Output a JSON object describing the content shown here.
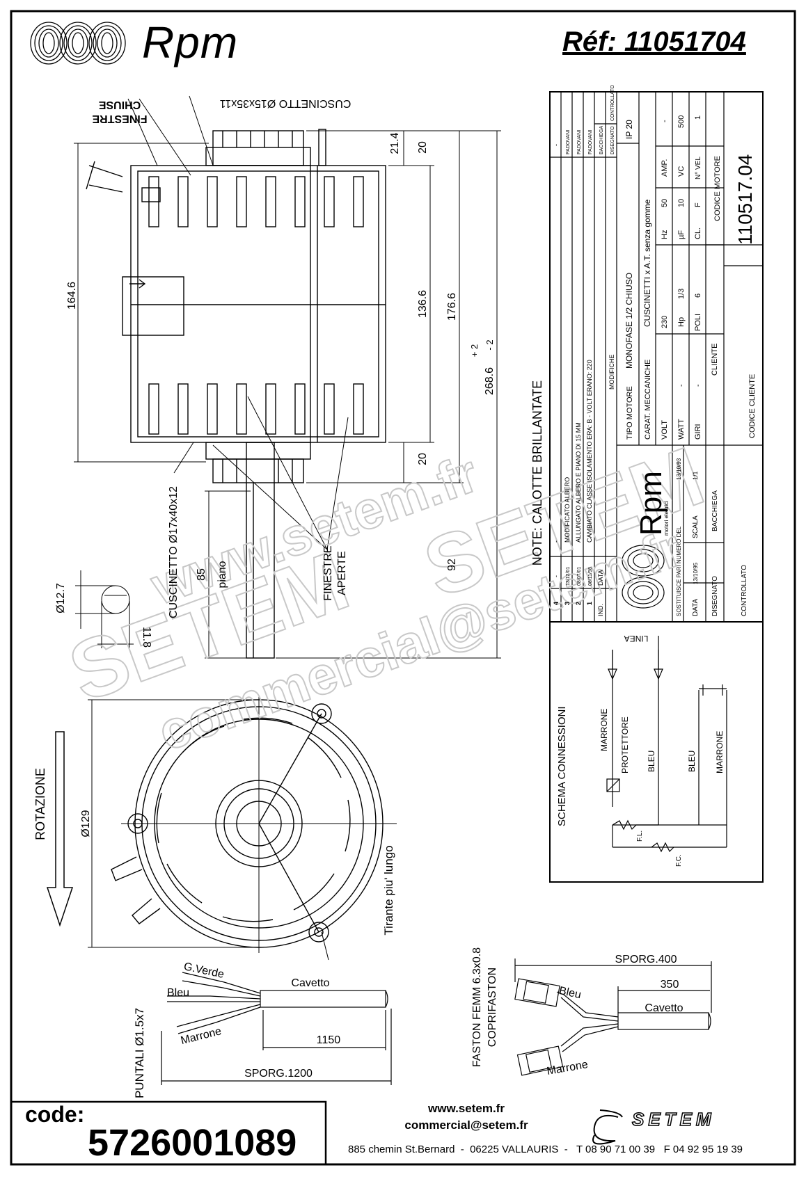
{
  "header": {
    "brand": "Rpm",
    "reference": "Réf:  11051704"
  },
  "dimensions": {
    "d164_6": "164.6",
    "d136_6": "136.6",
    "d176_6": "176.6",
    "d268_6": "268.6",
    "tol_plus": "+ 2",
    "tol_minus": "- 2",
    "d21_4": "21.4",
    "d20_top": "20",
    "d20_bottom": "20",
    "d92": "92",
    "d85": "85",
    "d12_7": "Ø12.7",
    "d11_8": "11.8",
    "d129": "Ø129",
    "sporg1200": "SPORG.1200",
    "d1150": "1150",
    "sporg400": "SPORG.400",
    "d350": "350"
  },
  "labels": {
    "finestre_chiuse_1": "FINESTRE",
    "finestre_chiuse_2": "CHIUSE",
    "cuscinetto_top": "CUSCINETTO Ø15x35x11",
    "cuscinetto_bottom": "CUSCINETTO Ø17x40x12",
    "piano": "piano",
    "finestre_aperte_1": "FINESTRE",
    "finestre_aperte_2": "APERTE",
    "note": "NOTE:  CALOTTE BRILLANTATE",
    "rotazione": "ROTAZIONE",
    "tirante": "Tirante piu' lungo",
    "puntali": "PUNTALI  Ø1.5x7",
    "g_verde": "G.Verde",
    "bleu_left": "Bleu",
    "marrone_left": "Marrone",
    "cavetto_left": "Cavetto",
    "faston_1": "FASTON FEMM 6.3x0.8",
    "faston_2": "COPRIFASTON",
    "bleu_right": "Bleu",
    "marrone_right": "Marrone",
    "cavetto_right": "Cavetto"
  },
  "title_block": {
    "modifiche_rows": [
      {
        "ind": "4",
        "data": "-",
        "text": "-",
        "by": "-"
      },
      {
        "ind": "3",
        "data": "13/12/01",
        "text": "MODIFICATO ALBERO",
        "by": "PADOVANI"
      },
      {
        "ind": "2",
        "data": "08/07/01",
        "text": "ALLUNGATO ALBERO E PIANO DI 15 MM",
        "by": "PADOVANI"
      },
      {
        "ind": "1",
        "data": "08/11/98",
        "text": "CAMBIATO CLASSE ISOLAMENTO ERA: B - VOLT ERANO: 220",
        "by": "PADOVANI"
      }
    ],
    "ind_header": "IND.",
    "data_header": "DATA",
    "modifiche_header": "MODIFICHE",
    "disegnato_header": "DISEGNATO",
    "bacchiega": "BACCHIEGA",
    "controllato_header": "CONTROLLATO",
    "tipo_motore_label": "TIPO MOTORE",
    "tipo_motore_value": "MONOFASE 1/2 CHIUSO",
    "ip": "IP 20",
    "carat_label": "CARAT. MECCANICHE",
    "carat_value": "CUSCINETTI x A.T.  senza gomme",
    "volt_label": "VOLT",
    "volt_value": "230",
    "hz_label": "Hz",
    "hz_value": "50",
    "amp_label": "AMP.",
    "amp_value": "-",
    "watt_label": "WATT",
    "watt_value": "-",
    "hp_label": "Hp",
    "hp_value": "1/3",
    "uf_label": "µF",
    "uf_value": "10",
    "vc_label": "VC",
    "vc_value": "500",
    "giri_label": "GIRI",
    "giri_value": "-",
    "poli_label": "POLI",
    "poli_value": "6",
    "cl_label": "CL.",
    "cl_value": "F",
    "nvel_label": "N° VEL",
    "nvel_value": "1",
    "cliente_label": "CLIENTE",
    "codice_motore_label": "CODICE MOTORE",
    "codice_motore_value": "110517.04",
    "codice_cliente_label": "CODICE CLIENTE",
    "logo_text": "Rpm",
    "logo_sub": "motori elettrici",
    "sostituisce_label": "SOSTITUISCE PARI NUMERO DEL",
    "sostituisce_value": "13/10/93",
    "data_label": "DATA",
    "data_value": "13/10/95",
    "scala_label": "SCALA",
    "scala_value": "1/1",
    "disegnato_label": "DISEGNATO",
    "disegnato_value": "BACCHIEGA",
    "controllato_label": "CONTROLLATO"
  },
  "schema": {
    "title": "SCHEMA CONNESSIONI",
    "linea": "LINEA",
    "marrone_top": "MARRONE",
    "protettore": "PROTETTORE",
    "bleu_1": "BLEU",
    "bleu_2": "BLEU",
    "marrone_2": "MARRONE",
    "fl": "F.L.",
    "fc": "F.C."
  },
  "watermark": {
    "line1": "www.setem.fr",
    "line2": "SETEM",
    "line3": "SETEM",
    "line4": "commercial@setem.fr"
  },
  "footer": {
    "code_label": "code:",
    "code_value": "5726001089",
    "website": "www.setem.fr",
    "email": "commercial@setem.fr",
    "address": "885 chemin St.Bernard  -  06225 VALLAURIS  -   T 08 90 71 00 39   F 04 92 95 19 39",
    "setem_logo": "SETEM"
  }
}
